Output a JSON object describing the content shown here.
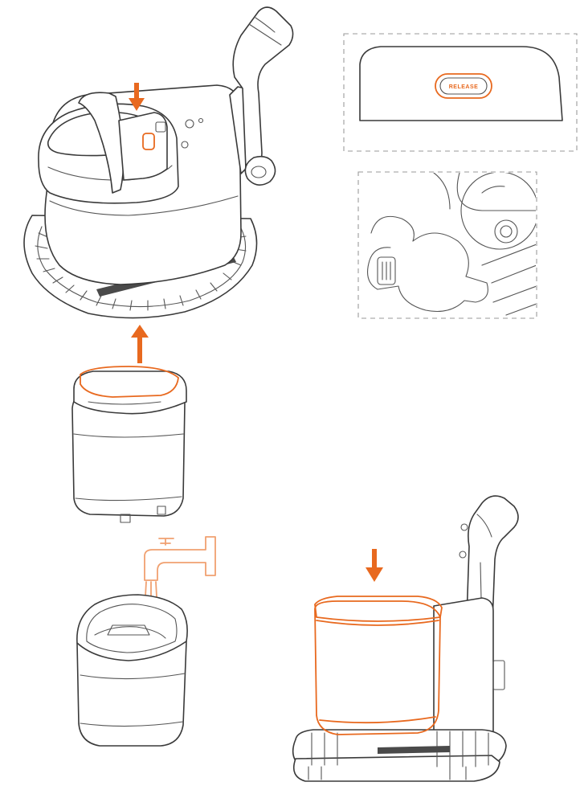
{
  "diagram": {
    "accent_color": "#e8691f",
    "line_color": "#3a3a3a",
    "release_label": "RELEASE",
    "steps": [
      {
        "name": "press-release-and-lift-tank",
        "icon": "arrow-down-icon"
      },
      {
        "name": "remove-tank",
        "icon": "arrow-up-icon"
      },
      {
        "name": "fill-tank-from-faucet",
        "icon": "faucet-icon"
      },
      {
        "name": "reinstall-tank",
        "icon": "arrow-down-icon"
      }
    ]
  }
}
